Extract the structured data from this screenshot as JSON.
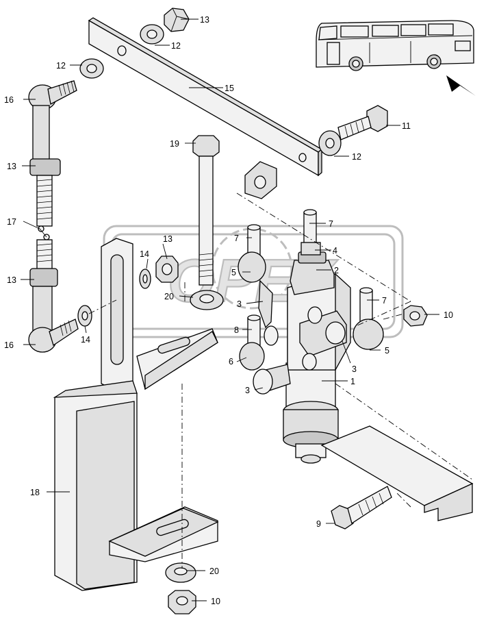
{
  "watermark": {
    "text": "OPEX"
  },
  "labels": {
    "l13a": "13",
    "l12a": "12",
    "l12b": "12",
    "l16a": "16",
    "l15": "15",
    "l11": "11",
    "l12c": "12",
    "l19": "19",
    "l13b": "13",
    "l7a": "7",
    "l17": "17",
    "l7b": "7",
    "l4": "4",
    "l13c": "13",
    "l14a": "14",
    "l5a": "5",
    "l2": "2",
    "l13d": "13",
    "l20a": "20",
    "l3a": "3",
    "l7c": "7",
    "l10a": "10",
    "l8": "8",
    "l16b": "16",
    "l14b": "14",
    "l6": "6",
    "l3b": "3",
    "l5b": "5",
    "l3c": "3",
    "l1": "1",
    "l18": "18",
    "l9": "9",
    "l20b": "20",
    "l10b": "10"
  }
}
